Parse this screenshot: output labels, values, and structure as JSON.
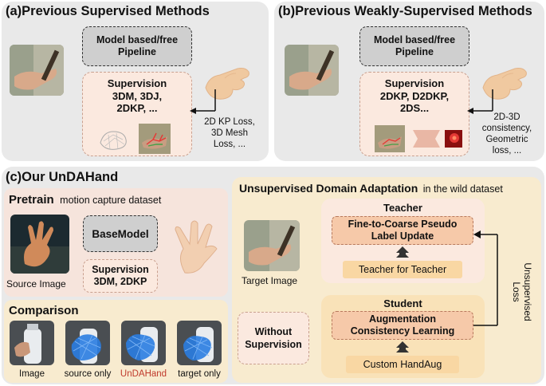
{
  "panel_a": {
    "title": "(a)Previous Supervised Methods",
    "pipeline": "Model based/free\nPipeline",
    "supervision": "Supervision\n3DM, 3DJ,\n2DKP, ...",
    "losses": "2D KP Loss,\n3D Mesh\nLoss, ..."
  },
  "panel_b": {
    "title": "(b)Previous Weakly-Supervised Methods",
    "pipeline": "Model based/free\nPipeline",
    "supervision": "Supervision\n2DKP, D2DKP,\n2DS...",
    "losses": "2D-3D\nconsistency,\nGeometric\nloss, ..."
  },
  "panel_c": {
    "title": "(c)Our UnDAHand",
    "pretrain_title": "Pretrain",
    "pretrain_subtitle": "motion capture dataset",
    "basemodel": "BaseModel",
    "supervision": "Supervision\n3DM, 2DKP",
    "source_image": "Source Image",
    "comparison_title": "Comparison",
    "comparison_labels": [
      "Image",
      "source only",
      "UnDAHand",
      "target only"
    ],
    "uda_title": "Unsupervised Domain Adaptation",
    "uda_subtitle": "in the wild dataset",
    "target_image": "Target Image",
    "teacher": "Teacher",
    "pseudo_label": "Fine-to-Coarse Pseudo\nLabel Update",
    "teacher_for_teacher": "Teacher for Teacher",
    "student": "Student",
    "augmentation": "Augmentation\nConsistency Learning",
    "custom_handaug": "Custom HandAug",
    "without_supervision": "Without\nSupervision",
    "unsupervised_loss": "Unsupervised\nLoss"
  },
  "colors": {
    "panel_gray": "#e9e9e9",
    "panel_cream": "#f7ecd3",
    "pink_box": "#fbe9df",
    "orange_box": "#f9d7a3",
    "highlight_red": "#c0392b"
  }
}
